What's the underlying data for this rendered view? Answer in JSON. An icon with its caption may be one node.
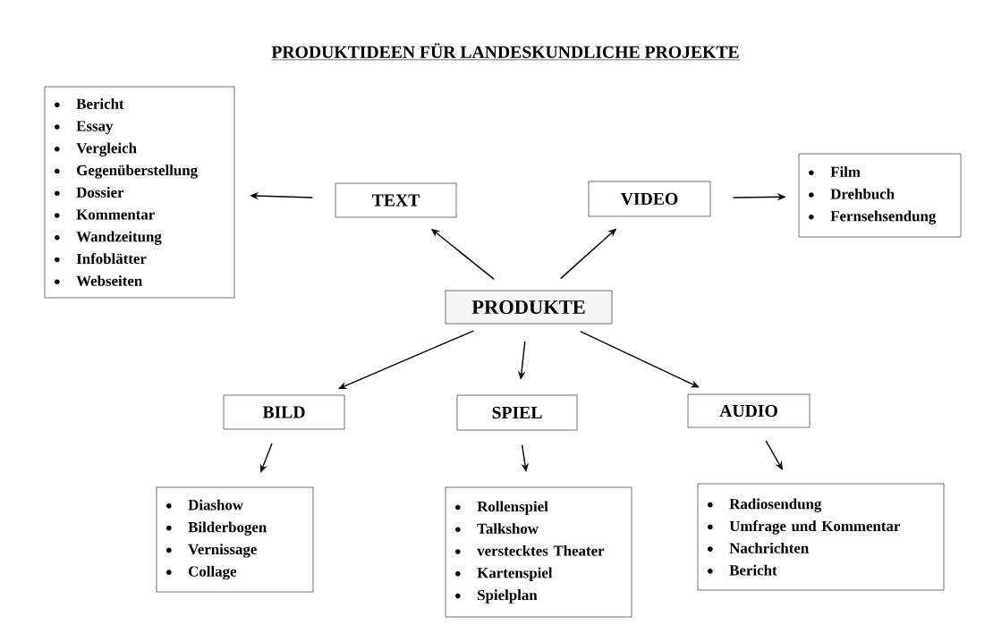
{
  "diagram": {
    "title": "PRODUKTIDEEN FÜR LANDESKUNDLICHE PROJEKTE",
    "nodes": [
      {
        "text": [
          "PRODUKTE"
        ]
      },
      {
        "text": [
          "TEXT"
        ]
      },
      {
        "text": [
          "VIDEO"
        ]
      },
      {
        "text": [
          "BILD"
        ]
      },
      {
        "text": [
          "SPIEL"
        ]
      },
      {
        "text": [
          "AUDIO"
        ]
      },
      {
        "text": [
          "Bericht",
          "Essay",
          "Vergleich",
          "Gegenüberstellung",
          "Dossier",
          "Kommentar",
          "Wandzeitung",
          "Infoblätter",
          "Webseiten"
        ]
      },
      {
        "text": [
          "Film",
          "Drehbuch",
          "Fernsehsendung"
        ]
      },
      {
        "text": [
          "Diashow",
          "Bilderbogen",
          "Vernissage",
          "Collage"
        ]
      },
      {
        "text": [
          "Rollenspiel",
          "Talkshow",
          "verstecktes Theater",
          "Kartenspiel",
          "Spielplan"
        ]
      },
      {
        "text": [
          "Radiosendung",
          "Umfrage und Kommentar",
          "Nachrichten",
          "Bericht"
        ]
      }
    ],
    "edges": [
      {
        "from": 0,
        "to": 1,
        "arrow": "to"
      },
      {
        "from": 0,
        "to": 2,
        "arrow": "to"
      },
      {
        "from": 0,
        "to": 3,
        "arrow": "to"
      },
      {
        "from": 0,
        "to": 4,
        "arrow": "to"
      },
      {
        "from": 0,
        "to": 5,
        "arrow": "to"
      },
      {
        "from": 1,
        "to": 6,
        "arrow": "to"
      },
      {
        "from": 2,
        "to": 7,
        "arrow": "to"
      },
      {
        "from": 3,
        "to": 8,
        "arrow": "to"
      },
      {
        "from": 4,
        "to": 9,
        "arrow": "to"
      },
      {
        "from": 5,
        "to": 10,
        "arrow": "to"
      }
    ]
  }
}
